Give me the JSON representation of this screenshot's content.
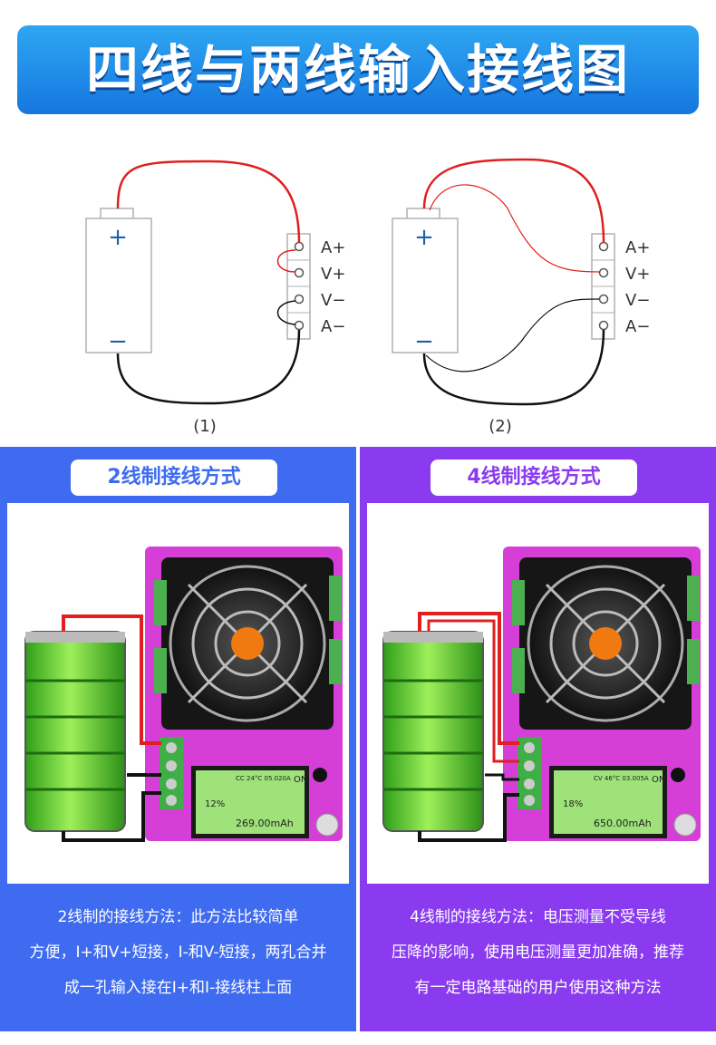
{
  "banner": {
    "title": "四线与两线输入接线图"
  },
  "diagram": {
    "plus": "+",
    "minus": "−",
    "terminals": [
      "A+",
      "V+",
      "V−",
      "A−"
    ],
    "captions": [
      "(1)",
      "(2)"
    ]
  },
  "panels": [
    {
      "title": "2线制接线方式",
      "lcd": {
        "top": "CC 24°C 05.020A",
        "big": "269.00mAh",
        "on": "ON",
        "pct": "12%"
      },
      "desc": [
        "2线制的接线方法：此方法比较简单",
        "方便，I+和V+短接，I-和V-短接，两孔合并",
        "成一孔输入接在I+和I-接线柱上面"
      ]
    },
    {
      "title": "4线制接线方式",
      "lcd": {
        "top": "CV 46°C 03.005A",
        "big": "650.00mAh",
        "on": "ON",
        "pct": "18%"
      },
      "desc": [
        "4线制的接线方法：电压测量不受导线",
        "压降的影响，使用电压测量更加准确，推荐",
        "有一定电路基础的用户使用这种方法"
      ]
    }
  ],
  "colors": {
    "banner": "#1f8ae8",
    "left_panel": "#3f6bf0",
    "right_panel": "#8a3bf0",
    "wire_red": "#e02020",
    "wire_black": "#111111"
  }
}
